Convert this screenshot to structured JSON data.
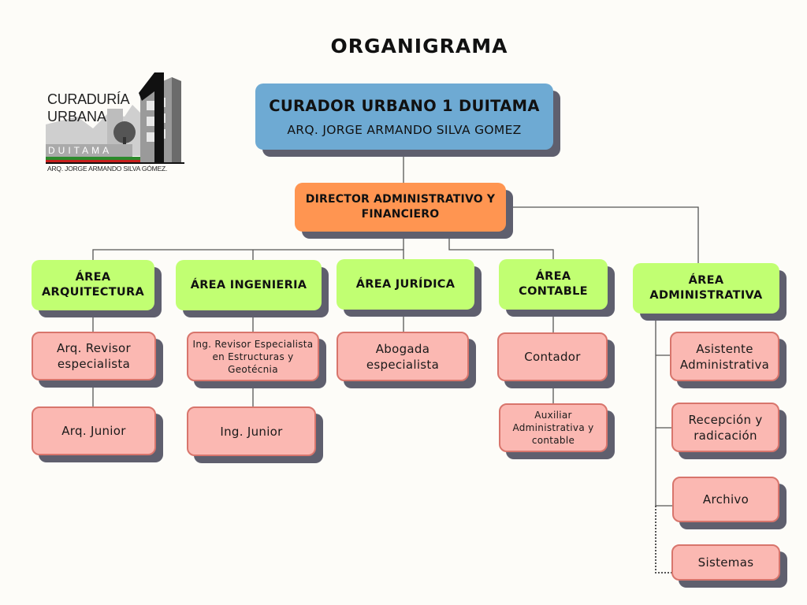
{
  "title": "ORGANIGRAMA",
  "logo": {
    "line1": "CURADURÍA",
    "line2": "URBANA",
    "city": "DUITAMA",
    "number": "1",
    "signature": "ARQ. JORGE ARMANDO SILVA GÓMEZ."
  },
  "colors": {
    "top": "#6eaad3",
    "director": "#ff9551",
    "area": "#c1ff72",
    "role": "#fbb8b2",
    "role_border": "#d8756c",
    "shadow": "#5f5f6e"
  },
  "top": {
    "title": "CURADOR URBANO 1 DUITAMA",
    "subtitle": "ARQ. JORGE ARMANDO SILVA GOMEZ"
  },
  "director": {
    "line1": "DIRECTOR ADMINISTRATIVO Y",
    "line2": "FINANCIERO"
  },
  "areas": [
    {
      "line1": "ÁREA",
      "line2": "ARQUITECTURA"
    },
    {
      "line1": "ÁREA INGENIERIA",
      "line2": ""
    },
    {
      "line1": "ÁREA JURÍDICA",
      "line2": ""
    },
    {
      "line1": "ÁREA",
      "line2": "CONTABLE"
    },
    {
      "line1": "ÁREA",
      "line2": "ADMINISTRATIVA"
    }
  ],
  "roles": {
    "arquitectura": [
      {
        "line1": "Arq. Revisor",
        "line2": "especialista"
      },
      {
        "line1": "Arq. Junior",
        "line2": ""
      }
    ],
    "ingenieria": [
      {
        "line1": "Ing. Revisor Especialista",
        "line2": "en Estructuras y",
        "line3": "Geotécnia"
      },
      {
        "line1": "Ing. Junior",
        "line2": ""
      }
    ],
    "juridica": [
      {
        "line1": "Abogada",
        "line2": "especialista"
      }
    ],
    "contable": [
      {
        "line1": "Contador",
        "line2": ""
      },
      {
        "line1": "Auxiliar",
        "line2": "Administrativa y",
        "line3": "contable"
      }
    ],
    "administrativa": [
      {
        "line1": "Asistente",
        "line2": "Administrativa"
      },
      {
        "line1": "Recepción y",
        "line2": "radicación"
      },
      {
        "line1": "Archivo",
        "line2": ""
      },
      {
        "line1": "Sistemas",
        "line2": ""
      }
    ]
  }
}
